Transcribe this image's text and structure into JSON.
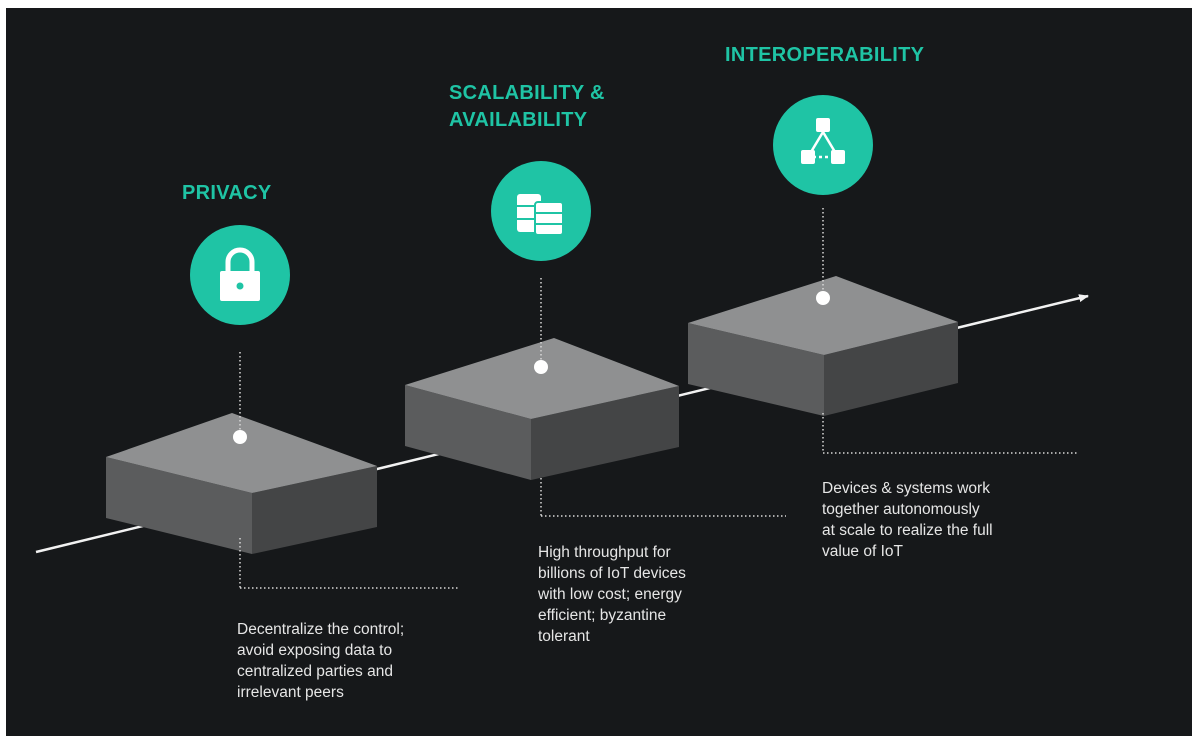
{
  "pillars": [
    {
      "title": [
        "PRIVACY"
      ],
      "icon": "padlock-icon",
      "description": [
        "Decentralize the control;",
        "avoid exposing data to",
        "centralized parties and",
        "irrelevant peers"
      ]
    },
    {
      "title": [
        "SCALABILITY &",
        "AVAILABILITY"
      ],
      "icon": "database-stack-icon",
      "description": [
        "High throughput for",
        "billions of IoT devices",
        "with low cost; energy",
        "efficient; byzantine",
        "tolerant"
      ]
    },
    {
      "title": [
        "INTEROPERABILITY"
      ],
      "icon": "network-nodes-icon",
      "description": [
        "Devices & systems work",
        "together autonomously",
        "at scale to realize the full",
        "value of IoT"
      ]
    }
  ],
  "colors": {
    "background": "#16181a",
    "accent": "#1fc4a5",
    "block_top": "#8f9091",
    "block_left": "#5b5c5d",
    "block_right": "#444546",
    "text": "#e6e6e6"
  }
}
